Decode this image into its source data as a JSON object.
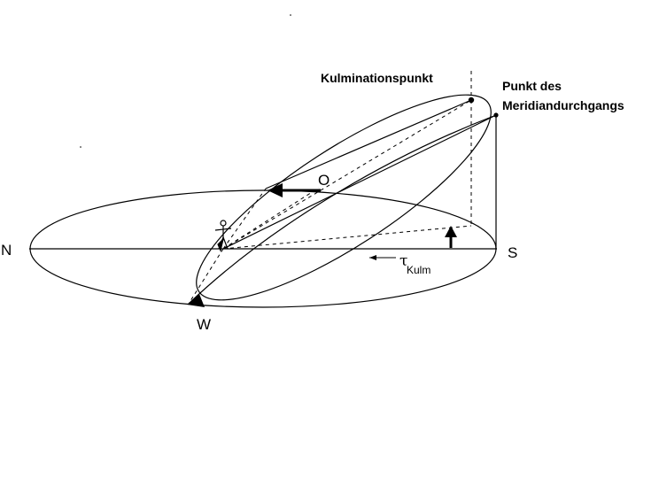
{
  "labels": {
    "culmination": "Kulminationspunkt",
    "meridian_line1": "Punkt des",
    "meridian_line2": "Meridiandurchgangs",
    "north": "N",
    "south": "S",
    "east": "O",
    "west": "W",
    "tau": "τ",
    "tau_sub": "Kulm"
  },
  "colors": {
    "ink": "#000000",
    "background": "#ffffff"
  },
  "icons": {
    "observer": "observer-figure-icon"
  }
}
